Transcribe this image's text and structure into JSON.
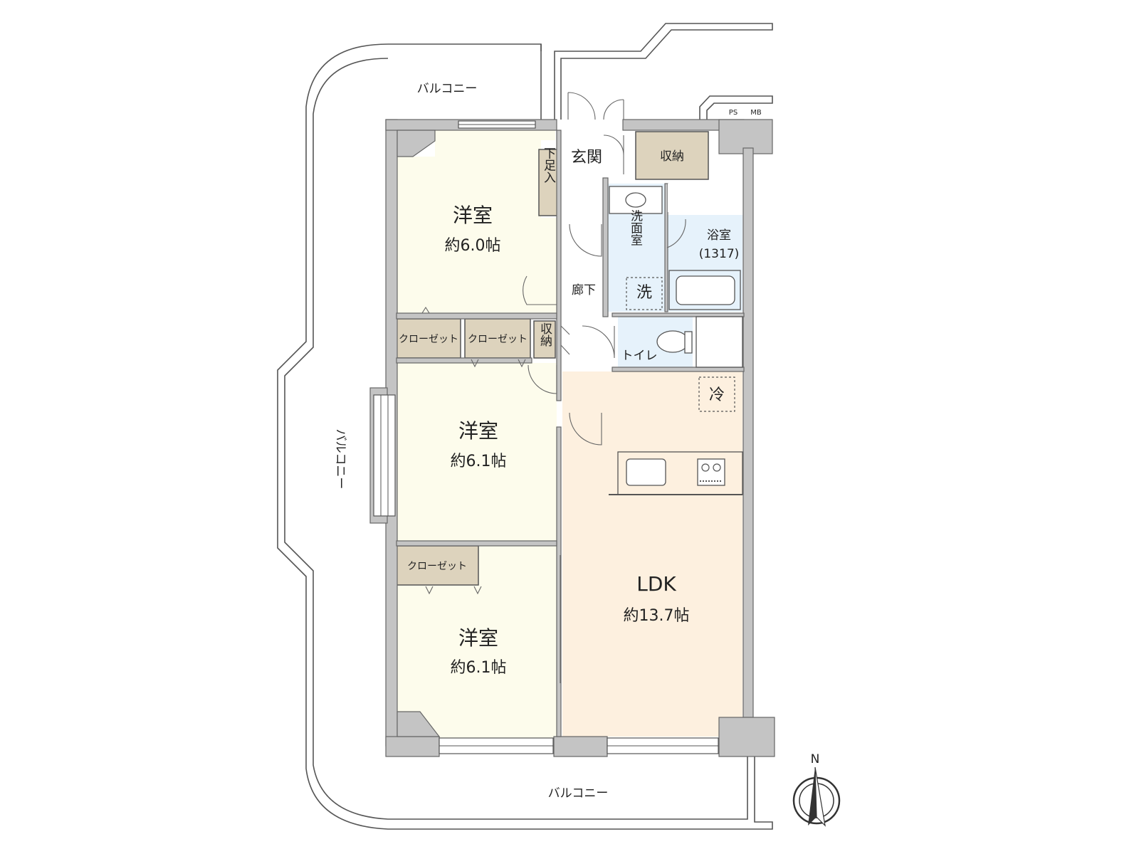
{
  "colors": {
    "bedroom": "#fdfcec",
    "ldk": "#fdf0df",
    "storage": "#ddd3bd",
    "wet": "#e6f2fb",
    "wall": "#c4c4c4"
  },
  "labels": {
    "balcony_top": "バルコニー",
    "balcony_left": "バルコニー",
    "balcony_bottom": "バルコニー",
    "entrance": "玄関",
    "storage_entrance": "収納",
    "shoe_box": "下足入",
    "ps": "PS",
    "mb": "MB",
    "room1_name": "洋室",
    "room1_size": "約6.0帖",
    "room2_name": "洋室",
    "room2_size": "約6.1帖",
    "room3_name": "洋室",
    "room3_size": "約6.1帖",
    "closet_a": "クローゼット",
    "closet_b": "クローゼット",
    "closet_c": "クローゼット",
    "storage_hall": "収納",
    "hallway": "廊下",
    "washroom": "洗面室",
    "washer": "洗",
    "bath": "浴室",
    "bath_size": "(1317)",
    "toilet": "トイレ",
    "fridge": "冷",
    "ldk_name": "LDK",
    "ldk_size": "約13.7帖",
    "north": "N"
  },
  "icons": [
    "basin-icon",
    "bathtub-icon",
    "toilet-icon",
    "sink-icon",
    "stove-icon",
    "compass-icon",
    "door-swing-icon"
  ]
}
